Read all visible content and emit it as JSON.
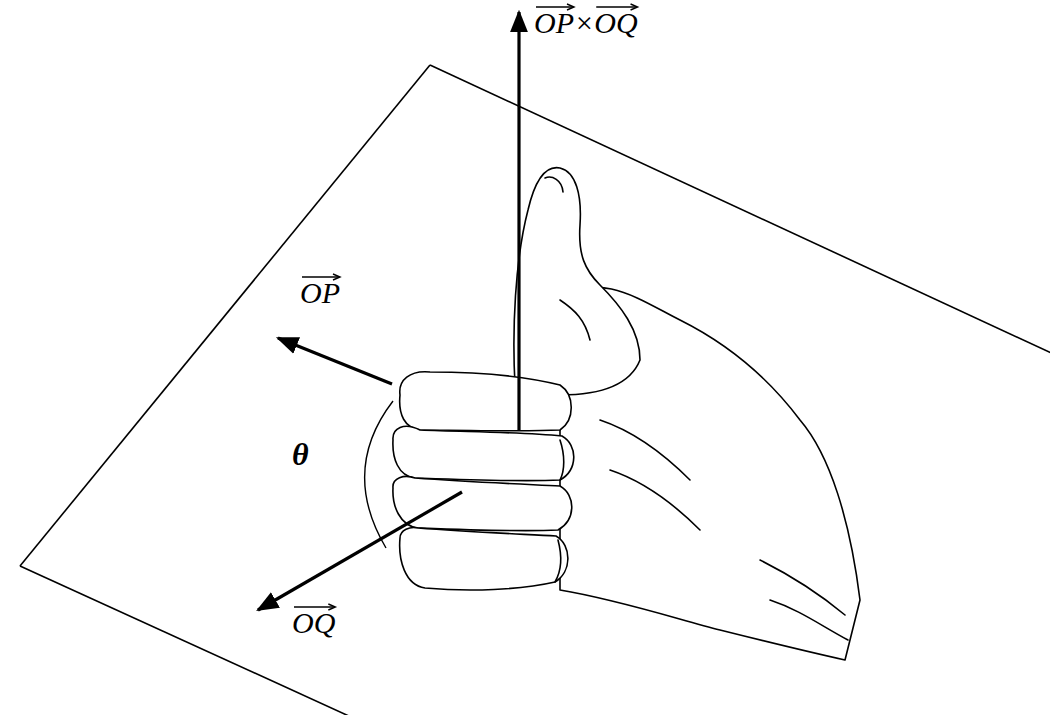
{
  "diagram": {
    "labels": [
      "OP×OQ",
      "OP",
      "θ",
      "OQ"
    ]
  }
}
